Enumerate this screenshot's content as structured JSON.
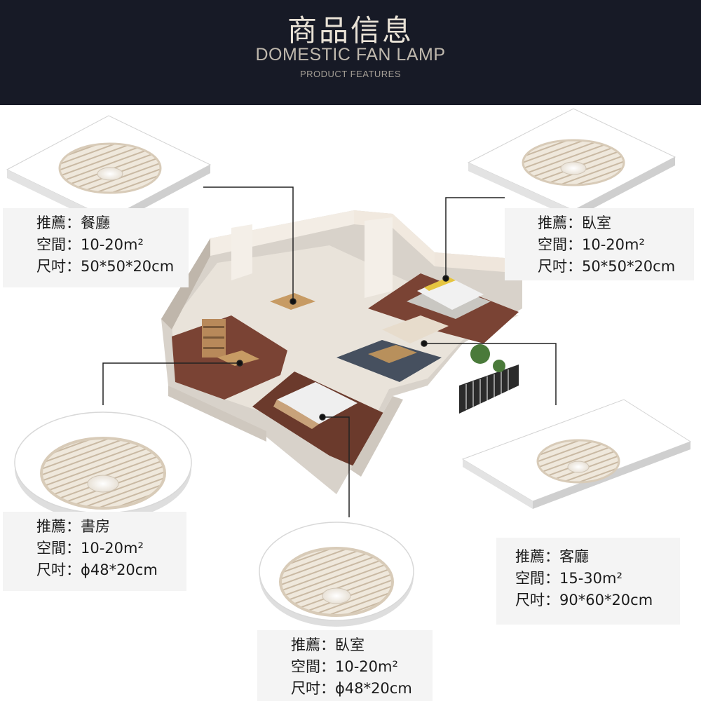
{
  "header": {
    "title": "商品信息",
    "subtitle": "DOMESTIC FAN LAMP",
    "tagline": "PRODUCT FEATURES"
  },
  "cards": [
    {
      "id": "dining",
      "recommend": "推薦：餐廳",
      "space": "空間：10-20m²",
      "size": "尺吋：50*50*20cm"
    },
    {
      "id": "bedroom-top",
      "recommend": "推薦：臥室",
      "space": "空間：10-20m²",
      "size": "尺吋：50*50*20cm"
    },
    {
      "id": "study",
      "recommend": "推薦：書房",
      "space": "空間：10-20m²",
      "size": "尺吋：ϕ48*20cm"
    },
    {
      "id": "living",
      "recommend": "推薦：客廳",
      "space": "空間：15-30m²",
      "size": "尺吋：90*60*20cm"
    },
    {
      "id": "bedroom-bottom",
      "recommend": "推薦：臥室",
      "space": "空間：10-20m²",
      "size": "尺吋：ϕ48*20cm"
    }
  ],
  "colors": {
    "header_bg": "#171a26",
    "title": "#e9e2d6",
    "card_bg": "#f4f4f4",
    "lamp_frame": "#ffffff",
    "floor_wood": "#6b3a2c",
    "wall": "#efe6dc"
  }
}
